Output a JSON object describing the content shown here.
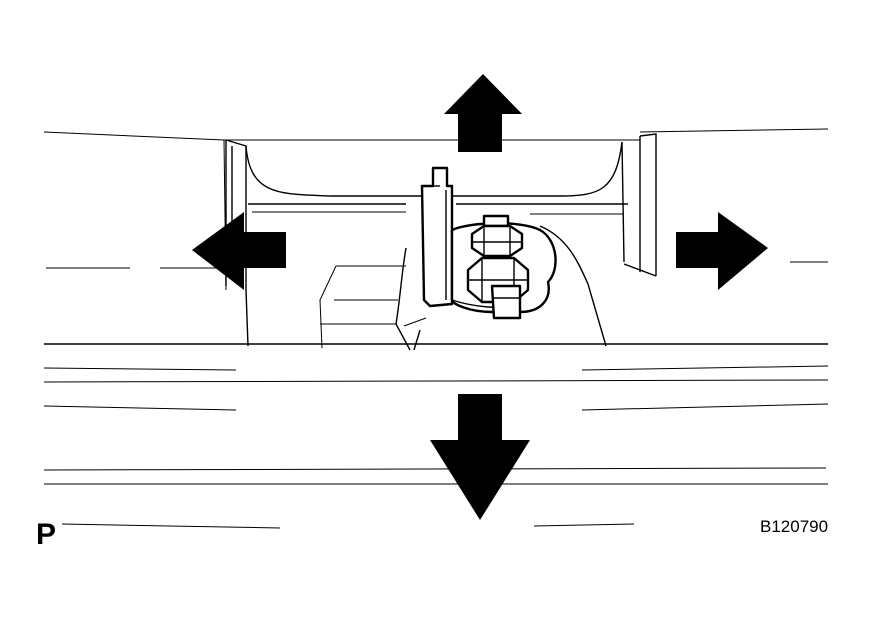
{
  "figure": {
    "corner_label": "P",
    "figure_id": "B120790"
  },
  "arrows": [
    {
      "name": "up",
      "icon": "arrow-up-icon"
    },
    {
      "name": "left",
      "icon": "arrow-left-icon"
    },
    {
      "name": "right",
      "icon": "arrow-right-icon"
    },
    {
      "name": "down",
      "icon": "arrow-down-icon"
    }
  ]
}
